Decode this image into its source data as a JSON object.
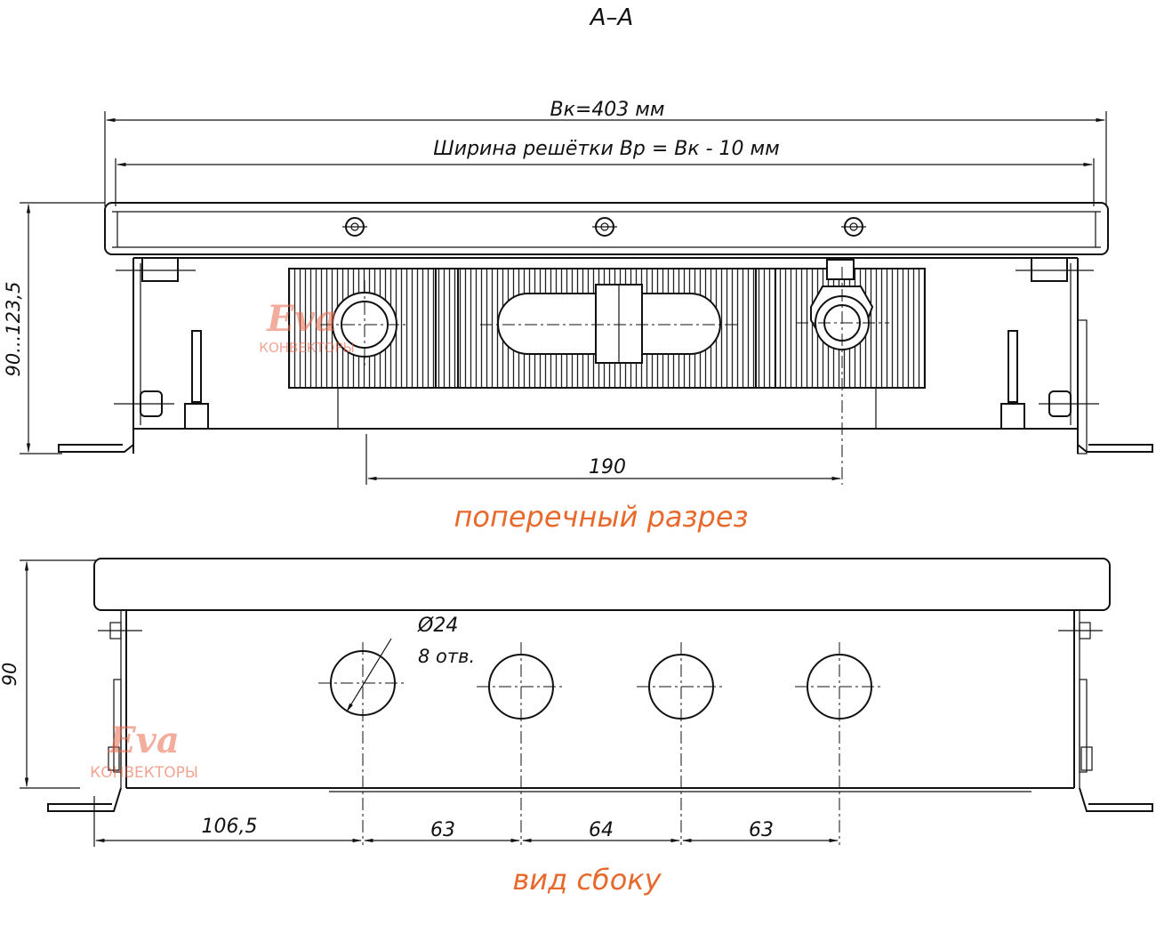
{
  "section": {
    "title": "А–А",
    "dim_total_width": "Вк=403 мм",
    "dim_grille_width": "Ширина решётки Вр = Вк - 10 мм",
    "dim_height_range": "90...123,5",
    "dim_pipe_spacing": "190",
    "caption": "поперечный разрез"
  },
  "side_view": {
    "dim_height": "90",
    "hole_diameter": "Ø24",
    "hole_count": "8 отв.",
    "dim_offset": "106,5",
    "dim_gap_1": "63",
    "dim_gap_2": "64",
    "dim_gap_3": "63",
    "caption": "вид сбоку"
  },
  "watermark": {
    "brand": "Eva",
    "subtitle": "КОНВЕКТОРЫ"
  },
  "colors": {
    "caption": "#e8692c",
    "watermark": "#e8694a",
    "line": "#111111"
  }
}
